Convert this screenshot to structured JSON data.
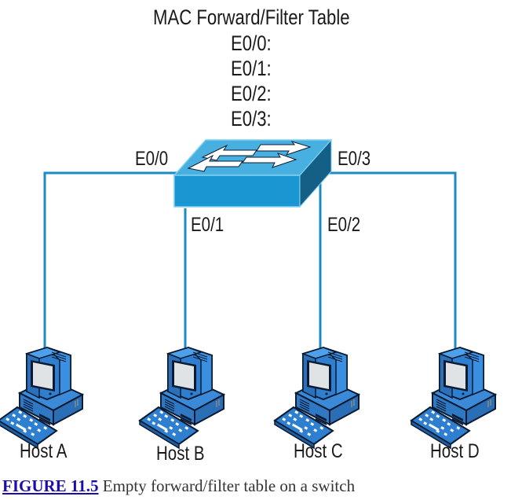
{
  "table": {
    "title": "MAC Forward/Filter Table",
    "rows": [
      "E0/0:",
      "E0/1:",
      "E0/2:",
      "E0/3:"
    ]
  },
  "switch": {
    "icon": "switch-icon",
    "ports": [
      "E0/0",
      "E0/1",
      "E0/2",
      "E0/3"
    ]
  },
  "hosts": [
    {
      "label": "Host A",
      "port": "E0/0",
      "icon": "computer-icon"
    },
    {
      "label": "Host B",
      "port": "E0/1",
      "icon": "computer-icon"
    },
    {
      "label": "Host C",
      "port": "E0/2",
      "icon": "computer-icon"
    },
    {
      "label": "Host D",
      "port": "E0/3",
      "icon": "computer-icon"
    }
  ],
  "caption": {
    "figure_link": "FIGURE 11.5",
    "text": " Empty forward/filter table on a switch"
  },
  "colors": {
    "link_line": "#1d8ac4",
    "switch_top": "#47b0e0",
    "switch_front": "#1a96d2",
    "switch_side": "#135f85",
    "computer_blue": "#2f7fd0",
    "caption_link": "#1a0dab"
  }
}
